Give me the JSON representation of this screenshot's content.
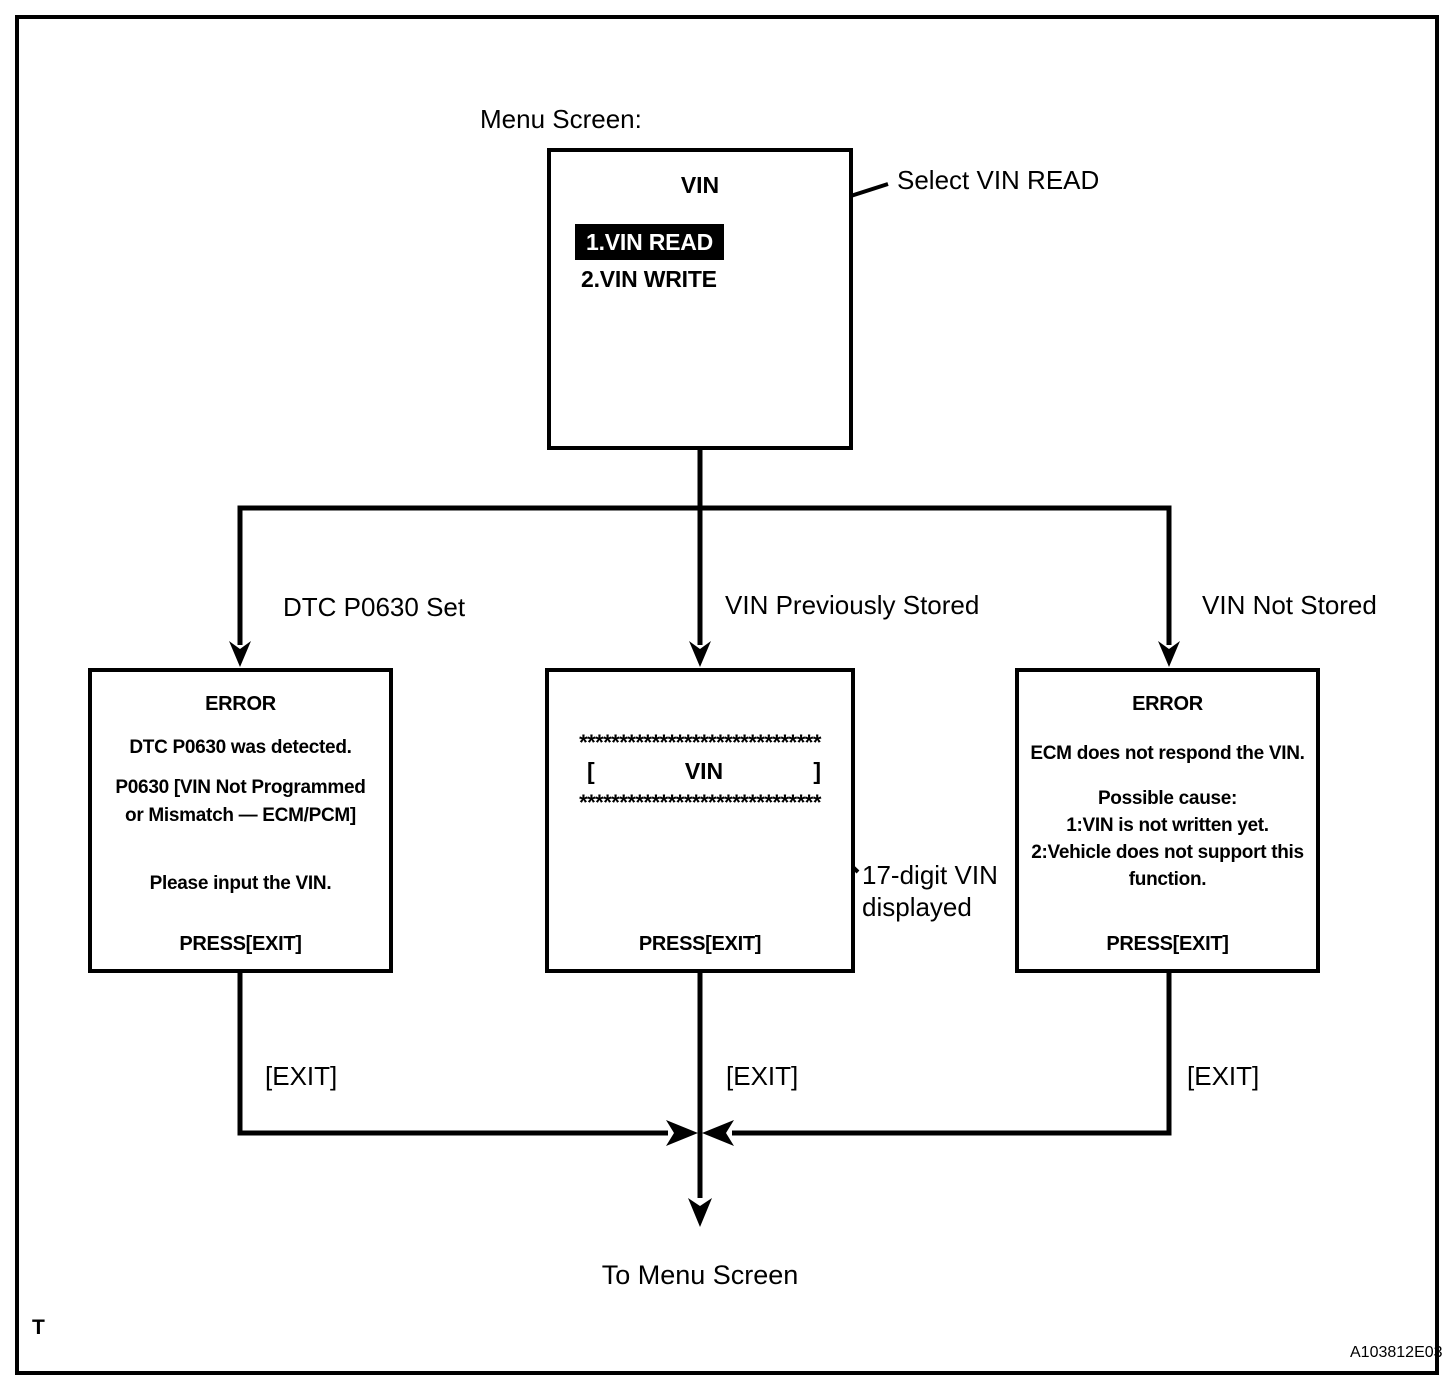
{
  "colors": {
    "ink": "#000000",
    "paper": "#ffffff"
  },
  "labels": {
    "menu_screen": "Menu Screen:",
    "select_vin_read": "Select VIN READ",
    "to_menu_screen": "To Menu Screen",
    "corner_mark": "T",
    "figure_code": "A103812E03"
  },
  "menu": {
    "heading": "VIN",
    "items": [
      {
        "label": "1.VIN READ",
        "selected": true
      },
      {
        "label": "2.VIN WRITE",
        "selected": false
      }
    ]
  },
  "branches": [
    {
      "condition": "DTC P0630 Set",
      "exit_label": "[EXIT]"
    },
    {
      "condition": "VIN Previously Stored",
      "exit_label": "[EXIT]"
    },
    {
      "condition": "VIN Not Stored",
      "exit_label": "[EXIT]"
    }
  ],
  "screens": {
    "dtc_error": {
      "title": "ERROR",
      "lines": [
        "DTC P0630 was detected.",
        "P0630  [VIN Not Programmed",
        "or Mismatch — ECM/PCM]",
        "Please input the VIN."
      ],
      "press": "PRESS[EXIT]"
    },
    "vin_display": {
      "stars_top": "******************************",
      "bracket_open": "[",
      "label": "VIN",
      "bracket_close": "]",
      "stars_bottom": "******************************",
      "press": "PRESS[EXIT]",
      "annotation": [
        "17-digit VIN",
        "displayed"
      ]
    },
    "no_response_error": {
      "title": "ERROR",
      "lines": [
        "ECM does not respond the VIN.",
        "Possible cause:",
        "1:VIN is not written yet.",
        "2:Vehicle does not support this",
        "function."
      ],
      "press": "PRESS[EXIT]"
    }
  }
}
